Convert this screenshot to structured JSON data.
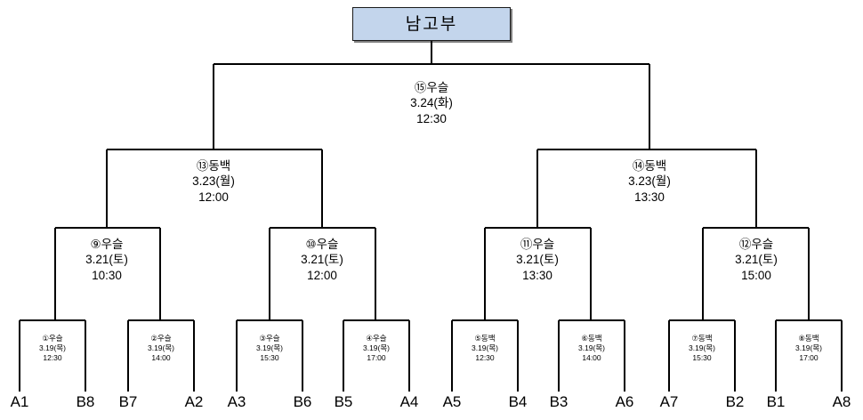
{
  "title": {
    "text": "남고부"
  },
  "colors": {
    "title_fill": "#c3d5ec",
    "line": "#000000",
    "text": "#000000"
  },
  "bracket": {
    "final": {
      "id": "15",
      "label": "⑮우슬",
      "date": "3.24(화)",
      "time": "12:30"
    },
    "semifinals": [
      {
        "id": "13",
        "label": "⑬동백",
        "date": "3.23(월)",
        "time": "12:00"
      },
      {
        "id": "14",
        "label": "⑭동백",
        "date": "3.23(월)",
        "time": "13:30"
      }
    ],
    "quarterfinals": [
      {
        "id": "9",
        "label": "⑨우슬",
        "date": "3.21(토)",
        "time": "10:30"
      },
      {
        "id": "10",
        "label": "⑩우슬",
        "date": "3.21(토)",
        "time": "12:00"
      },
      {
        "id": "11",
        "label": "⑪우슬",
        "date": "3.21(토)",
        "time": "13:30"
      },
      {
        "id": "12",
        "label": "⑫우슬",
        "date": "3.21(토)",
        "time": "15:00"
      }
    ],
    "round_of_16": [
      {
        "id": "1",
        "label": "①우슬",
        "date": "3.19(목)",
        "time": "12:30"
      },
      {
        "id": "2",
        "label": "②우슬",
        "date": "3.19(목)",
        "time": "14:00"
      },
      {
        "id": "3",
        "label": "③우슬",
        "date": "3.19(목)",
        "time": "15:30"
      },
      {
        "id": "4",
        "label": "④우슬",
        "date": "3.19(목)",
        "time": "17:00"
      },
      {
        "id": "5",
        "label": "⑤동백",
        "date": "3.19(목)",
        "time": "12:30"
      },
      {
        "id": "6",
        "label": "⑥동백",
        "date": "3.19(목)",
        "time": "14:00"
      },
      {
        "id": "7",
        "label": "⑦동백",
        "date": "3.19(목)",
        "time": "15:30"
      },
      {
        "id": "8",
        "label": "⑧동백",
        "date": "3.19(목)",
        "time": "17:00"
      }
    ],
    "teams": [
      "A1",
      "B8",
      "B7",
      "A2",
      "A3",
      "B6",
      "B5",
      "A4",
      "A5",
      "B4",
      "B3",
      "A6",
      "A7",
      "B2",
      "B1",
      "A8"
    ]
  }
}
